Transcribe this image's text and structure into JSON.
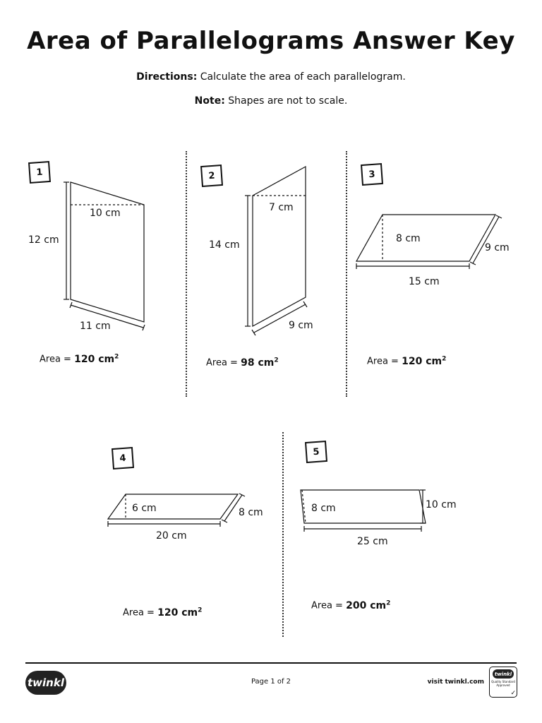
{
  "title": "Area of Parallelograms Answer Key",
  "directions": {
    "label": "Directions:",
    "text": " Calculate the area of each parallelogram."
  },
  "note": {
    "label": "Note:",
    "text": " Shapes are not to scale."
  },
  "area_label": "Area =",
  "area_unit": "cm",
  "area_power": "2",
  "problems": [
    {
      "number": "1",
      "dims": [
        "12 cm",
        "10 cm",
        "11 cm"
      ],
      "answer": "120"
    },
    {
      "number": "2",
      "dims": [
        "14 cm",
        "7 cm",
        "9 cm"
      ],
      "answer": "98"
    },
    {
      "number": "3",
      "dims": [
        "8 cm",
        "9 cm",
        "15 cm"
      ],
      "answer": "120"
    },
    {
      "number": "4",
      "dims": [
        "6 cm",
        "8 cm",
        "20 cm"
      ],
      "answer": "120"
    },
    {
      "number": "5",
      "dims": [
        "8 cm",
        "10 cm",
        "25 cm"
      ],
      "answer": "200"
    }
  ],
  "footer": {
    "logo": "twinkl",
    "page": "Page 1 of 2",
    "visit": "visit twinkl.com",
    "badge_logo": "twinkl",
    "badge_text": "Quality Standard Approved"
  }
}
